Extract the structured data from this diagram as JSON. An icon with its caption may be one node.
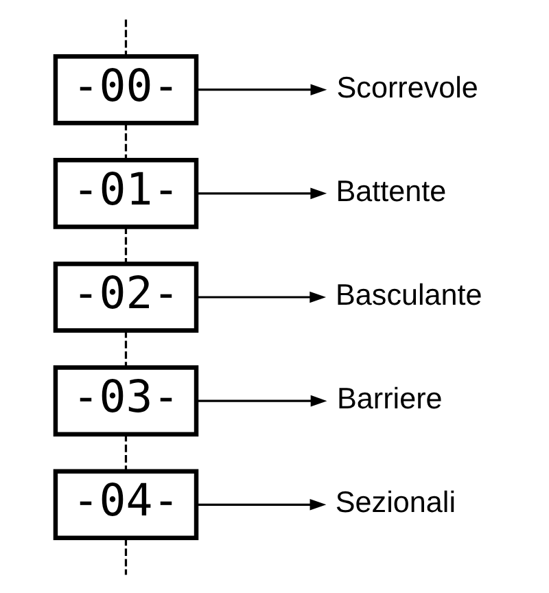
{
  "diagram": {
    "nodes": [
      {
        "text": [
          "-00-"
        ]
      },
      {
        "text": [
          "Scorrevole"
        ]
      },
      {
        "text": [
          "-01-"
        ]
      },
      {
        "text": [
          "Battente"
        ]
      },
      {
        "text": [
          "-02-"
        ]
      },
      {
        "text": [
          "Basculante"
        ]
      },
      {
        "text": [
          "-03-"
        ]
      },
      {
        "text": [
          "Barriere"
        ]
      },
      {
        "text": [
          "-04-"
        ]
      },
      {
        "text": [
          "Sezionali"
        ]
      }
    ],
    "edges": [
      {
        "from": null,
        "to": 0,
        "arrow": "none",
        "style": "dashed"
      },
      {
        "from": 0,
        "to": 2,
        "arrow": "none",
        "style": "dashed"
      },
      {
        "from": 2,
        "to": 4,
        "arrow": "none",
        "style": "dashed"
      },
      {
        "from": 4,
        "to": 6,
        "arrow": "none",
        "style": "dashed"
      },
      {
        "from": 6,
        "to": 8,
        "arrow": "none",
        "style": "dashed"
      },
      {
        "from": 8,
        "to": null,
        "arrow": "none",
        "style": "dashed"
      },
      {
        "from": 0,
        "to": 1,
        "arrow": "to"
      },
      {
        "from": 2,
        "to": 3,
        "arrow": "to"
      },
      {
        "from": 4,
        "to": 5,
        "arrow": "to"
      },
      {
        "from": 6,
        "to": 7,
        "arrow": "to"
      },
      {
        "from": 8,
        "to": 9,
        "arrow": "to"
      }
    ]
  }
}
